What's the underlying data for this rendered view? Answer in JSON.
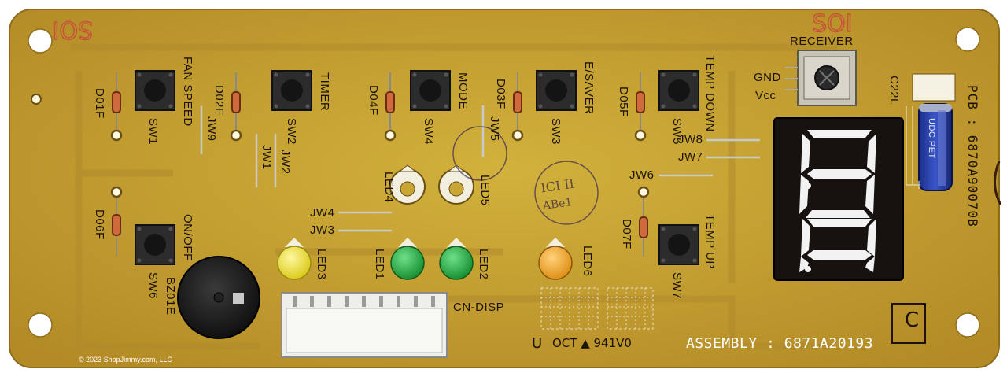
{
  "board": {
    "pcb_number": "PCB : 6870A90070B",
    "assembly": "ASSEMBLY : 6871A20193",
    "date_code": "OCT ▲ 941V0",
    "revision_mark": "C",
    "connector_label": "CN-DISP",
    "buzzer_label": "BZ01E",
    "receiver": {
      "label": "RECEIVER",
      "gnd": "GND",
      "vcc": "Vcc"
    },
    "capacitor_label": "C22L",
    "capacitor_marking": "UDC PET",
    "copyright": "© 2023 ShopJimmy.com, LLC"
  },
  "switches": [
    {
      "ref": "SW1",
      "function": "FAN SPEED"
    },
    {
      "ref": "SW2",
      "function": "TIMER"
    },
    {
      "ref": "SW4",
      "function": "MODE"
    },
    {
      "ref": "SW3",
      "function": "E/SAVER"
    },
    {
      "ref": "SW5",
      "function": "TEMP DOWN"
    },
    {
      "ref": "SW6",
      "function": "ON/OFF"
    },
    {
      "ref": "SW7",
      "function": "TEMP UP"
    }
  ],
  "diodes": [
    "D01F",
    "D02F",
    "D04F",
    "D03F",
    "D05F",
    "D06F",
    "D07F"
  ],
  "jumpers": [
    "JW1",
    "JW2",
    "JW3",
    "JW4",
    "JW5",
    "JW6",
    "JW7",
    "JW8",
    "JW9"
  ],
  "leds": [
    {
      "ref": "LED3",
      "color": "#e8dc1a"
    },
    {
      "ref": "LED1",
      "color": "#1f9a3a"
    },
    {
      "ref": "LED2",
      "color": "#1f9a3a"
    },
    {
      "ref": "LED6",
      "color": "#e99818"
    },
    {
      "ref": "LED4",
      "color": "#ffffff"
    },
    {
      "ref": "LED5",
      "color": "#ffffff"
    }
  ],
  "colors": {
    "board": "#c9a634",
    "board_dark": "#a8842a",
    "display": "#17110f",
    "segment": "#f2f2f2"
  }
}
